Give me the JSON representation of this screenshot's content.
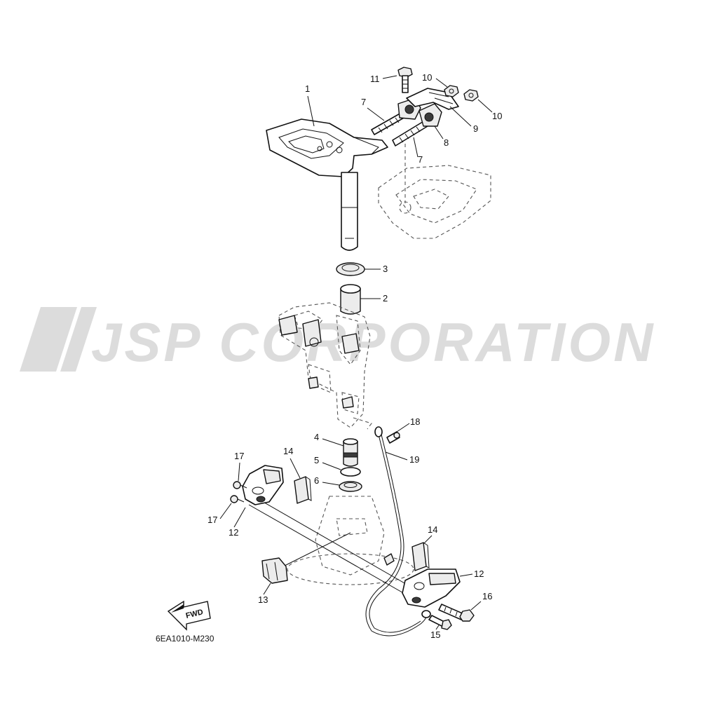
{
  "watermark": {
    "text": "JSP CORPORATION"
  },
  "diagram_code": "6EA1010-M230",
  "fwd_label": "FWD",
  "callouts": {
    "c1": "1",
    "c2": "2",
    "c3": "3",
    "c4": "4",
    "c5": "5",
    "c6": "6",
    "c7a": "7",
    "c7b": "7",
    "c8": "8",
    "c9": "9",
    "c10a": "10",
    "c10b": "10",
    "c11": "11",
    "c12a": "12",
    "c12b": "12",
    "c13": "13",
    "c14a": "14",
    "c14b": "14",
    "c15": "15",
    "c16": "16",
    "c17a": "17",
    "c17b": "17",
    "c18": "18",
    "c19": "19"
  }
}
